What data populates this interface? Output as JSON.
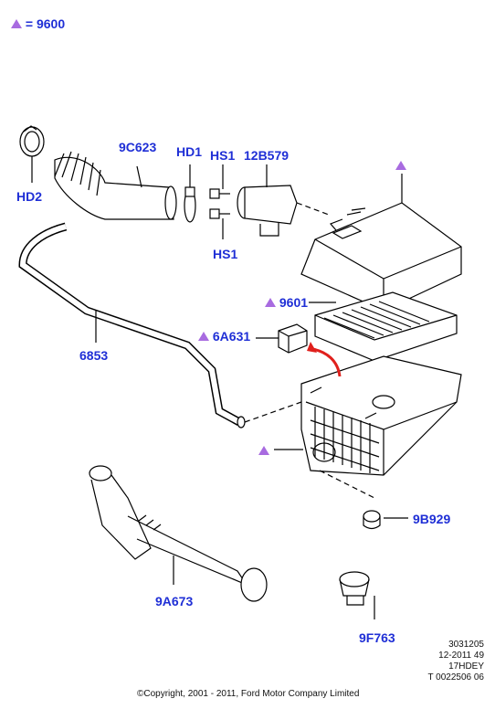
{
  "legend": {
    "symbol": "triangle-icon",
    "text": "= 9600",
    "color": "#a86be0"
  },
  "labels": {
    "hd2": "HD2",
    "p9c623": "9C623",
    "hd1": "HD1",
    "hs1_top": "HS1",
    "p12b579": "12B579",
    "hs1_bottom": "HS1",
    "p6853": "6853",
    "p9601": "9601",
    "p6a631": "6A631",
    "p9b929": "9B929",
    "p9a673": "9A673",
    "p9f763": "9F763"
  },
  "footer": {
    "code_lines": [
      "3031205",
      "12-2011 49",
      "17HDEY",
      "T 0022506 06"
    ],
    "copyright": "©Copyright, 2001 - 2011, Ford Motor Company Limited"
  },
  "colors": {
    "label": "#1f2fd6",
    "triangle": "#a86be0",
    "arrow": "#e0201c",
    "line": "#000000"
  }
}
